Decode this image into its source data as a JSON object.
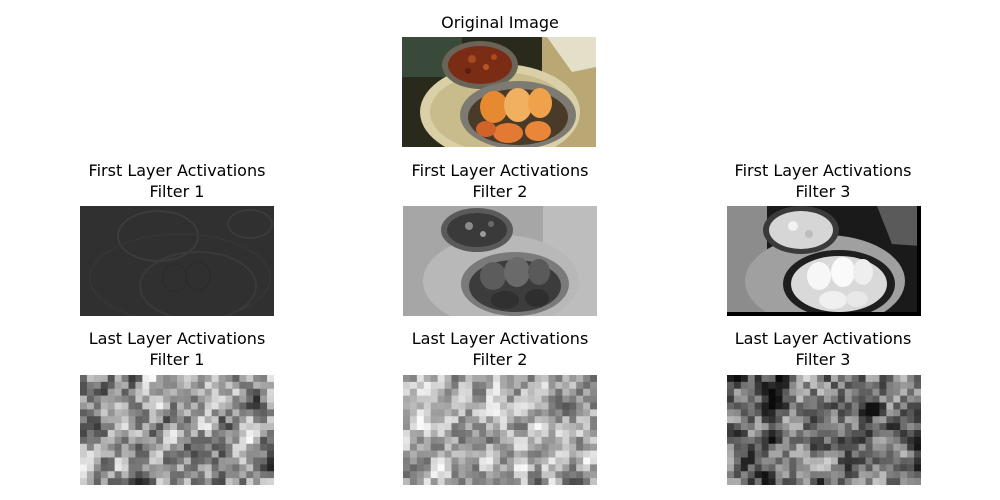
{
  "figure": {
    "original": {
      "title": "Original Image"
    },
    "first_layer": [
      {
        "title": "First Layer Activations",
        "subtitle": "Filter 1"
      },
      {
        "title": "First Layer Activations",
        "subtitle": "Filter 2"
      },
      {
        "title": "First Layer Activations",
        "subtitle": "Filter 3"
      }
    ],
    "last_layer": [
      {
        "title": "Last Layer Activations",
        "subtitle": "Filter 1"
      },
      {
        "title": "Last Layer Activations",
        "subtitle": "Filter 2"
      },
      {
        "title": "Last Layer Activations",
        "subtitle": "Filter 3"
      }
    ]
  }
}
